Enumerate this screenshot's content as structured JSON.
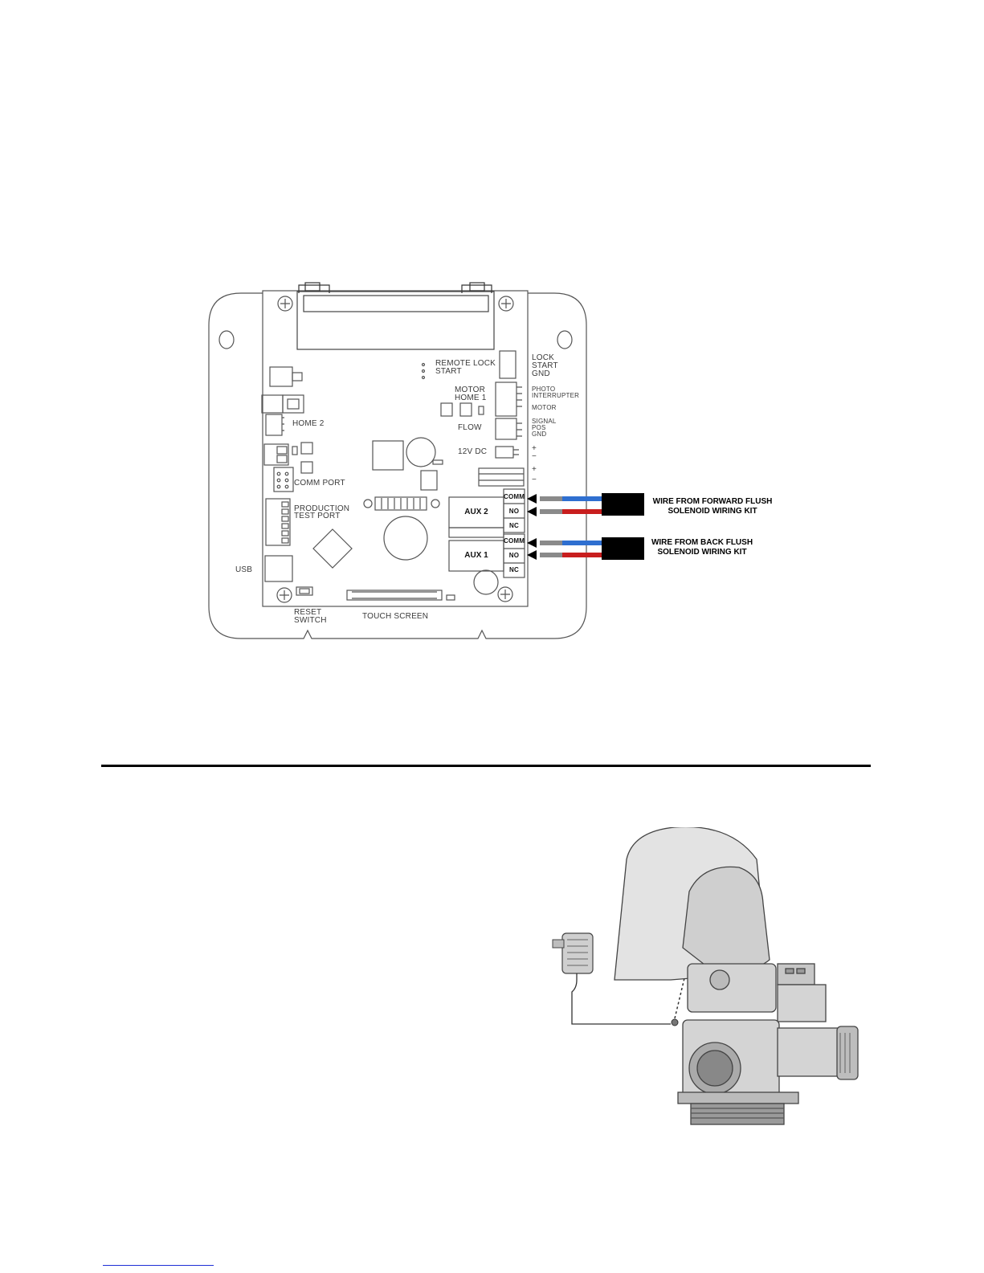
{
  "board": {
    "labels": {
      "remote_lock": "REMOTE LOCK",
      "start": "START",
      "lock": "LOCK",
      "start_right": "START",
      "gnd": "GND",
      "motor": "MOTOR",
      "home1": "HOME 1",
      "photo": "PHOTO",
      "interrupter": "INTERRUPTER",
      "motor_right": "MOTOR",
      "flow": "FLOW",
      "signal": "SIGNAL",
      "pos": "POS",
      "gnd2": "GND",
      "twelve_v": "12V DC",
      "plus1": "+",
      "minus1": "−",
      "plus2": "+",
      "minus2": "−",
      "home2": "HOME 2",
      "comm_port": "COMM PORT",
      "production": "PRODUCTION",
      "test_port": "TEST PORT",
      "usb": "USB",
      "reset": "RESET",
      "switch": "SWITCH",
      "touch_screen": "TOUCH SCREEN",
      "aux2": "AUX 2",
      "aux1": "AUX 1",
      "comm_a": "COMM",
      "no_a": "NO",
      "nc_a": "NC",
      "comm_b": "COMM",
      "no_b": "NO",
      "nc_b": "NC"
    },
    "callouts": {
      "forward_line1": "WIRE FROM FORWARD FLUSH",
      "forward_line2": "SOLENOID WIRING KIT",
      "back_line1": "WIRE FROM BACK FLUSH",
      "back_line2": "SOLENOID WIRING KIT"
    },
    "wire_colors": {
      "blue": "#2f6fd0",
      "red": "#c81e1e",
      "gray": "#8a8a8a"
    }
  }
}
